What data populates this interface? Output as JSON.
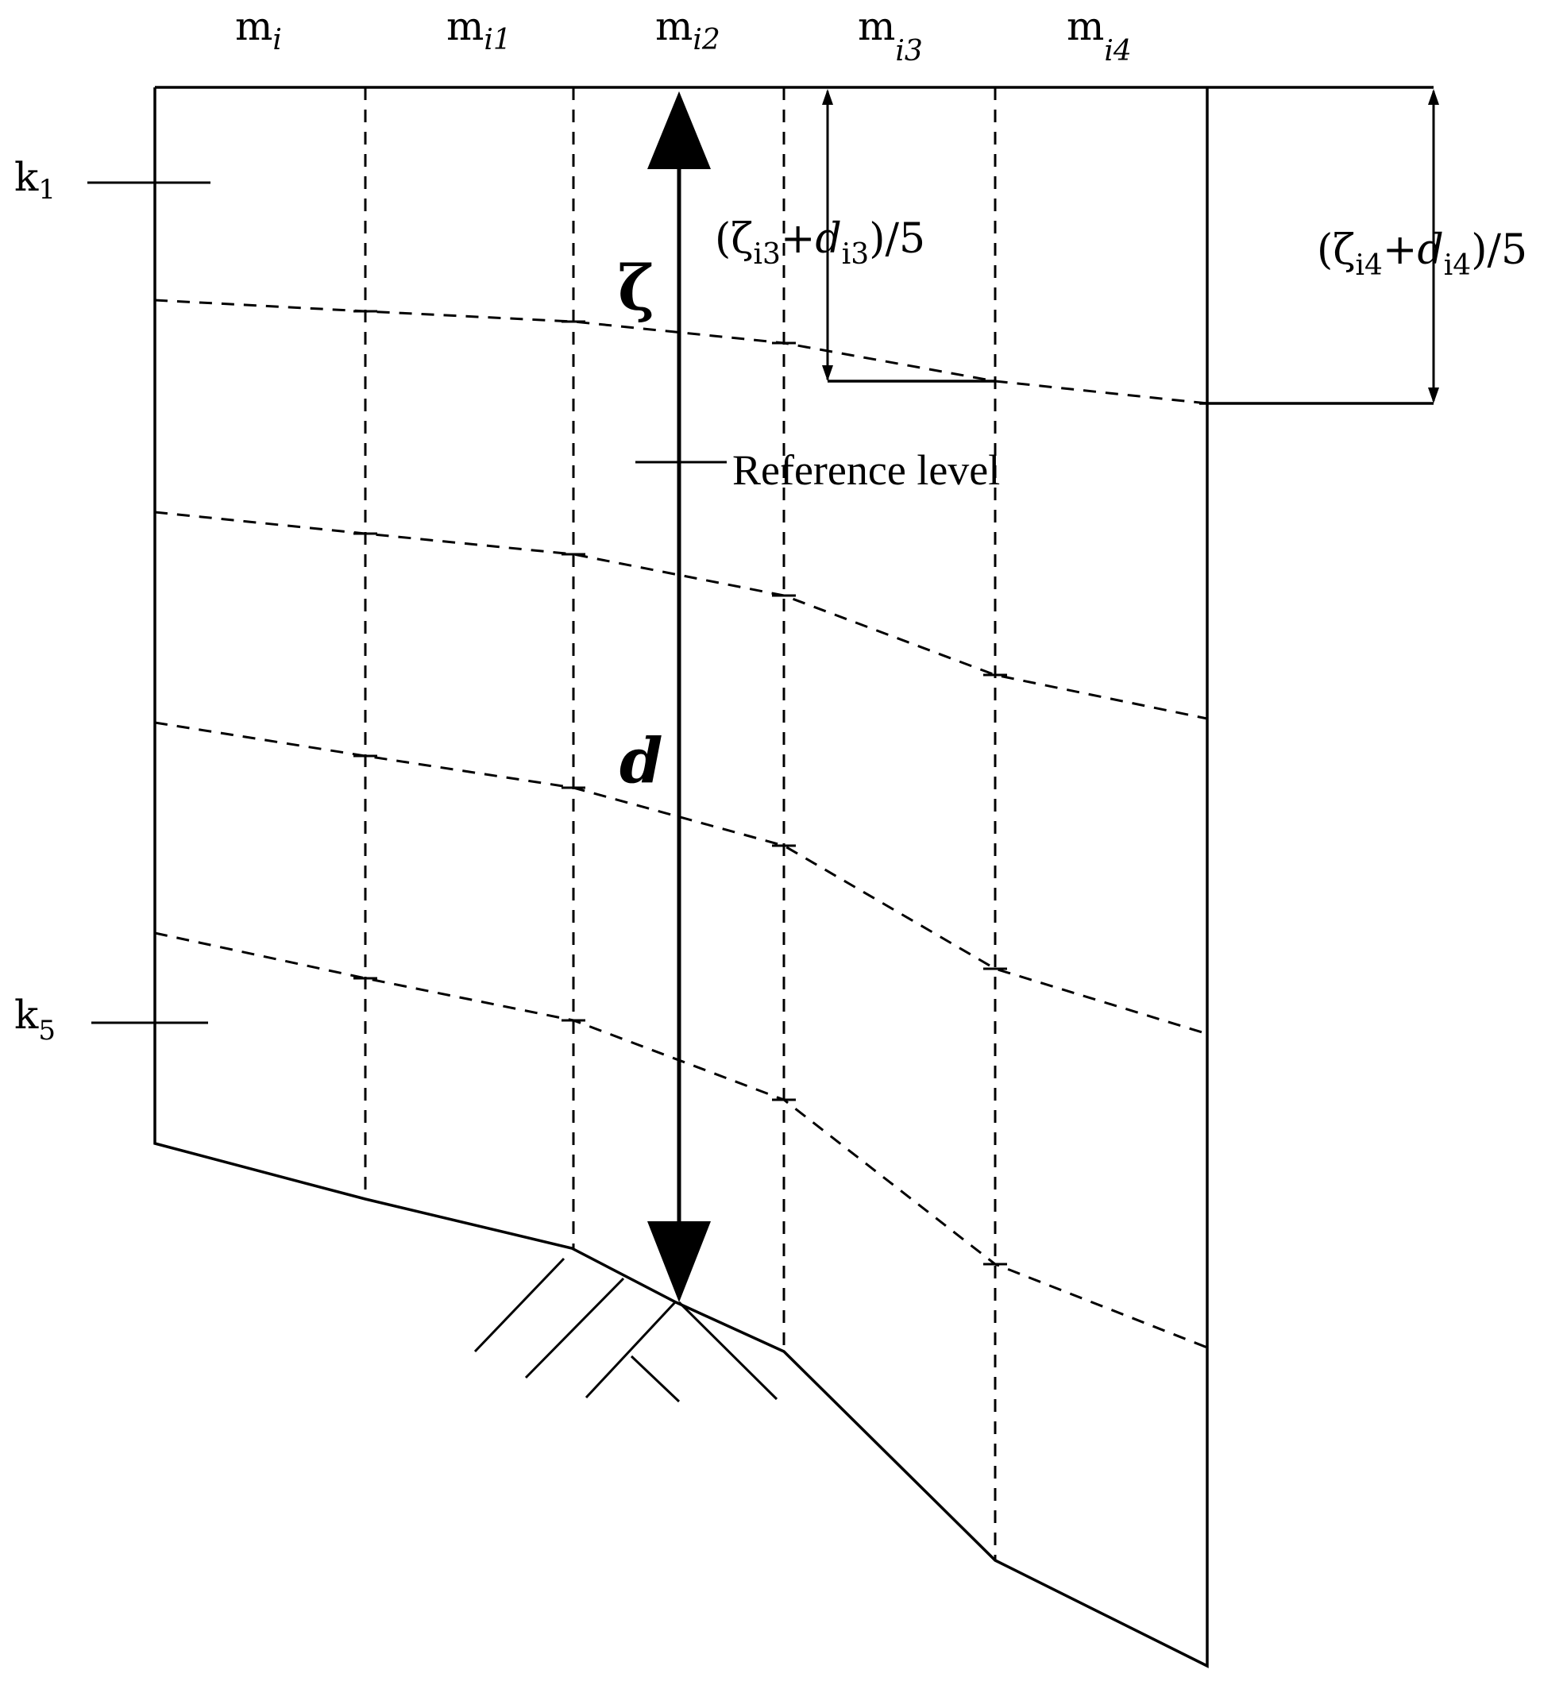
{
  "columns": [
    {
      "base": "m",
      "sub": "i"
    },
    {
      "base": "m",
      "sub": "i1"
    },
    {
      "base": "m",
      "sub": "i2"
    },
    {
      "base": "m",
      "sub": "i3"
    },
    {
      "base": "m",
      "sub": "i4"
    }
  ],
  "layers": {
    "top": {
      "base": "k",
      "sub": "1"
    },
    "bottom": {
      "base": "k",
      "sub": "5"
    }
  },
  "symbols": {
    "zeta": "ζ",
    "depth": "d"
  },
  "reference_label": "Reference level",
  "formula_i3": {
    "open": "(ζ",
    "sub1": "i3",
    "plus": "+",
    "d": "d",
    "sub2": "i3",
    "close": ")/5"
  },
  "formula_i4": {
    "open": "(ζ",
    "sub1": "i4",
    "plus": "+",
    "d": "d",
    "sub2": "i4",
    "close": ")/5"
  }
}
